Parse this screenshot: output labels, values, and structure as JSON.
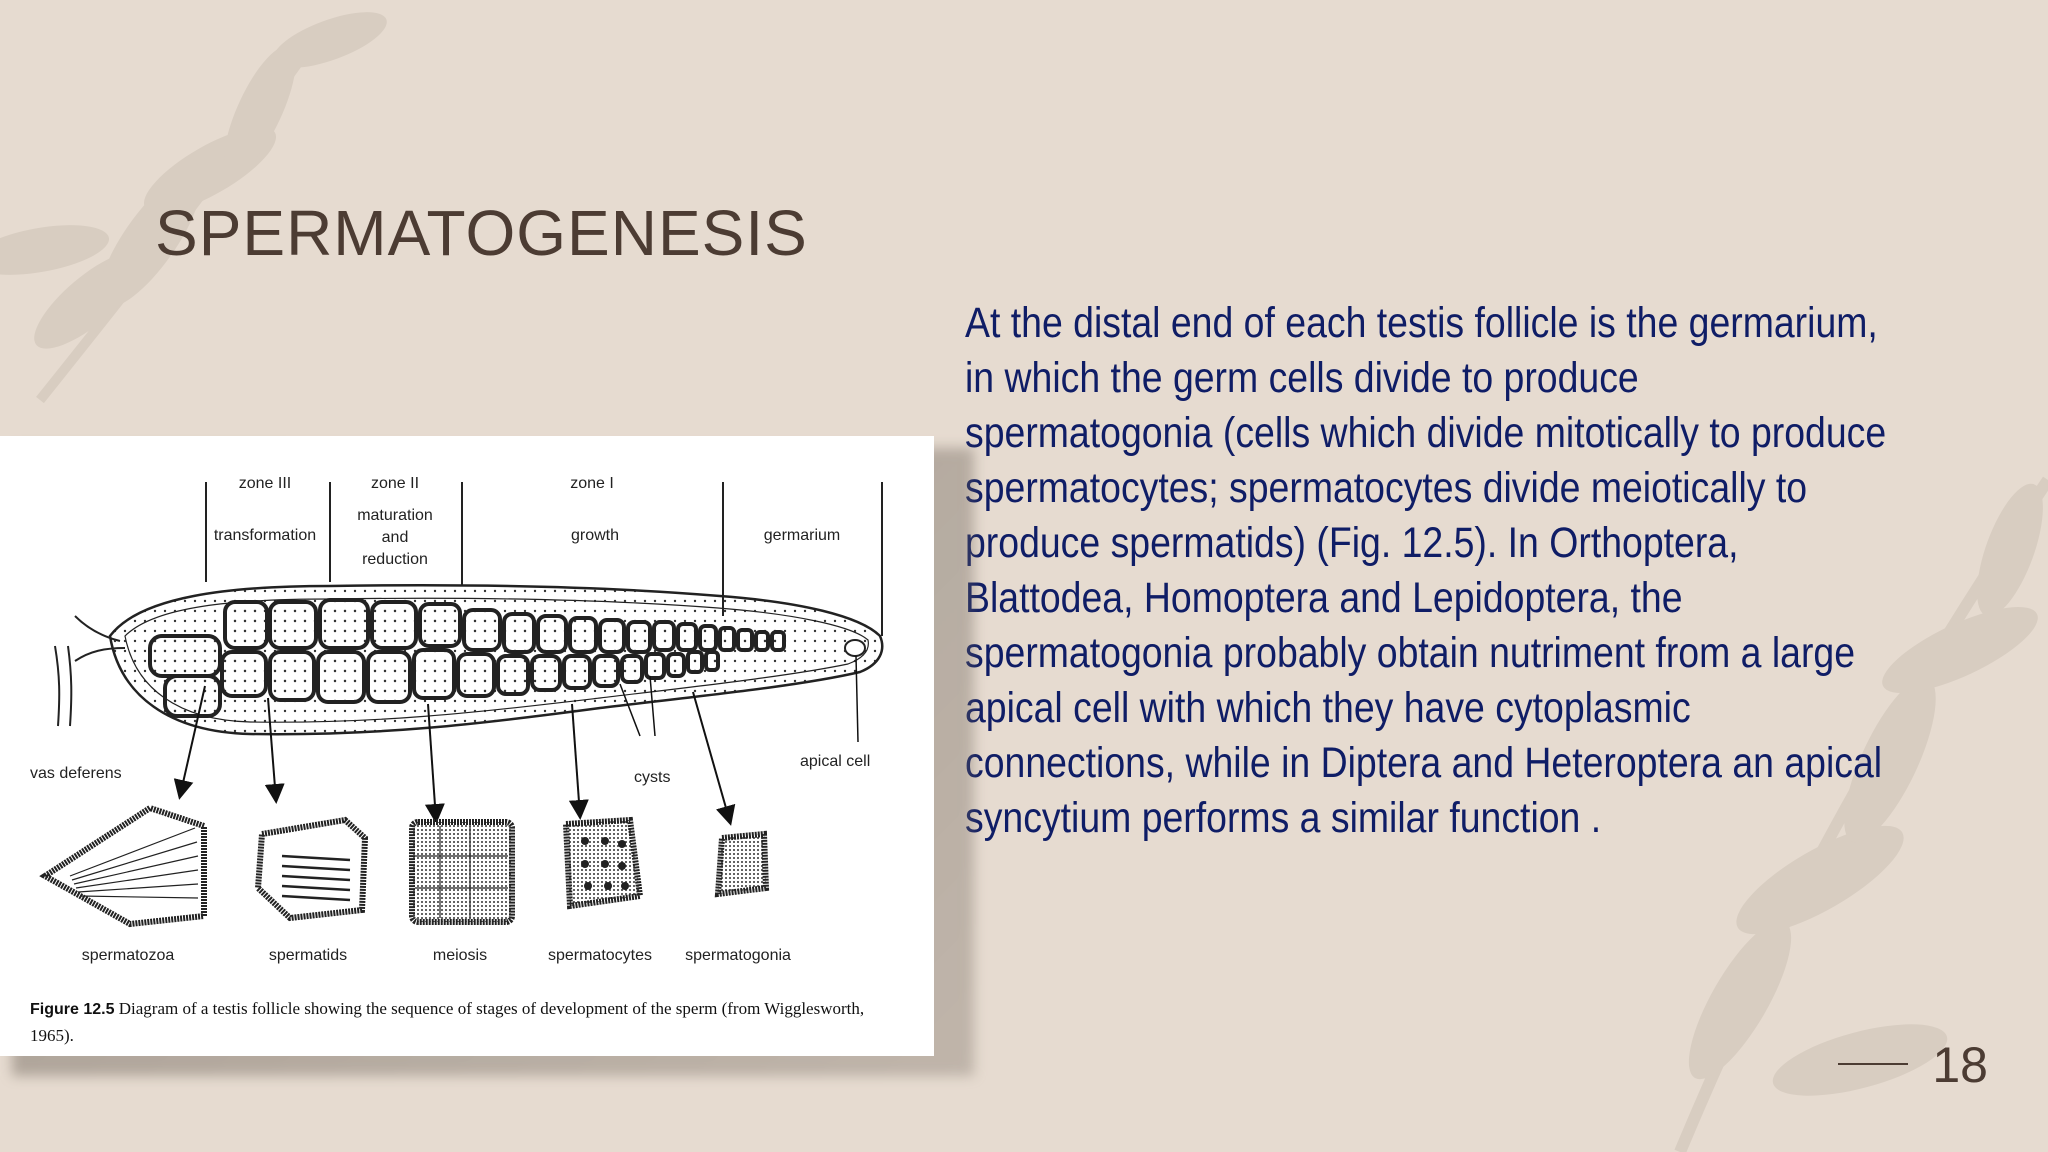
{
  "slide": {
    "title": "SPERMATOGENESIS",
    "body": "At the distal end of each testis follicle is the germarium, in which the germ cells divide to produce spermatogonia (cells which divide mitotically to produce spermatocytes; spermatocytes divide meiotically to produce spermatids) (Fig. 12.5). In Orthoptera, Blattodea, Homoptera and Lepidoptera, the spermatogonia probably obtain nutriment from a large apical cell with which they have cytoplasmic connections, while in Diptera and Heteroptera an apical syncytium performs a similar function .",
    "page_number": "18"
  },
  "figure": {
    "zones": {
      "zone3": "zone III",
      "zone2": "zone II",
      "zone1": "zone I",
      "transformation": "transformation",
      "maturation": "maturation",
      "and": "and",
      "reduction": "reduction",
      "growth": "growth",
      "germarium": "germarium"
    },
    "labels": {
      "vas_deferens": "vas deferens",
      "cysts": "cysts",
      "apical_cell": "apical cell"
    },
    "stages": [
      "spermatozoa",
      "spermatids",
      "meiosis",
      "spermatocytes",
      "spermatogonia"
    ],
    "caption_label": "Figure 12.5",
    "caption_text": "Diagram of a testis follicle showing the sequence of stages of development of the sperm (from Wigglesworth, 1965)."
  },
  "colors": {
    "background": "#e6dbd0",
    "title": "#4c3c33",
    "body_text": "#0f1d66",
    "leaf_decor": "#d5c9bd"
  }
}
